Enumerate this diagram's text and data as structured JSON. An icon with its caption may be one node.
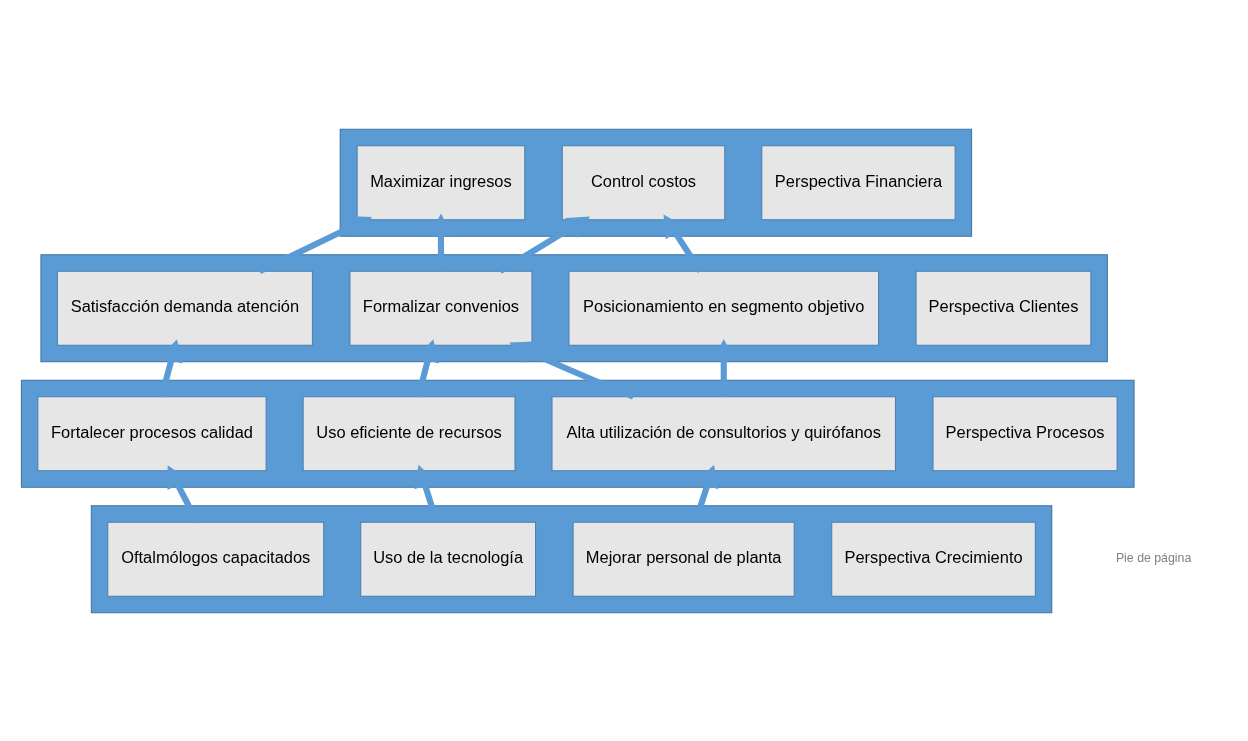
{
  "diagram": {
    "nodes": [
      {
        "text": [],
        "shape": "box"
      },
      {
        "text": [
          "Perspectiva Financiera"
        ],
        "in": 0
      },
      {
        "text": [
          "Control costos"
        ],
        "in": 0
      },
      {
        "text": [
          "Maximizar ingresos"
        ],
        "in": 0
      },
      {
        "text": [],
        "shape": "box"
      },
      {
        "text": [
          "Perspectiva Clientes"
        ],
        "in": 4
      },
      {
        "text": [
          "Posicionamiento en segmento objetivo"
        ],
        "in": 4
      },
      {
        "text": [
          "Formalizar convenios"
        ],
        "in": 4
      },
      {
        "text": [
          "Satisfacción demanda atención"
        ],
        "in": 4
      },
      {
        "text": [],
        "shape": "box"
      },
      {
        "text": [
          "Perspectiva Procesos"
        ],
        "in": 9
      },
      {
        "text": [
          "Alta utilización de consultorios y quirófanos"
        ],
        "in": 9
      },
      {
        "text": [
          "Uso eficiente de recursos"
        ],
        "in": 9
      },
      {
        "text": [
          "Fortalecer procesos calidad"
        ],
        "in": 9
      },
      {
        "text": [],
        "shape": "box"
      },
      {
        "text": [
          "Perspectiva Crecimiento"
        ],
        "in": 14
      },
      {
        "text": [
          "Mejorar personal de planta"
        ],
        "in": 14
      },
      {
        "text": [
          "Uso de la tecnología"
        ],
        "in": 14
      },
      {
        "text": [
          "Oftalmólogos capacitados"
        ],
        "in": 14
      }
    ],
    "edges": [
      {
        "from": 6,
        "to": 2,
        "arrow": "to"
      },
      {
        "from": 7,
        "to": 2,
        "arrow": "to"
      },
      {
        "from": 7,
        "to": 3,
        "arrow": "to"
      },
      {
        "from": 8,
        "to": 3,
        "arrow": "to"
      },
      {
        "from": 11,
        "to": 6,
        "arrow": "to"
      },
      {
        "from": 11,
        "to": 7,
        "arrow": "to"
      },
      {
        "from": 12,
        "to": 7,
        "arrow": "to"
      },
      {
        "from": 13,
        "to": 8,
        "arrow": "to"
      },
      {
        "from": 16,
        "to": 11,
        "arrow": "to"
      },
      {
        "from": 17,
        "to": 12,
        "arrow": "to"
      },
      {
        "from": 18,
        "to": 13,
        "arrow": "to"
      }
    ],
    "labels": [
      "Pie de página"
    ]
  }
}
